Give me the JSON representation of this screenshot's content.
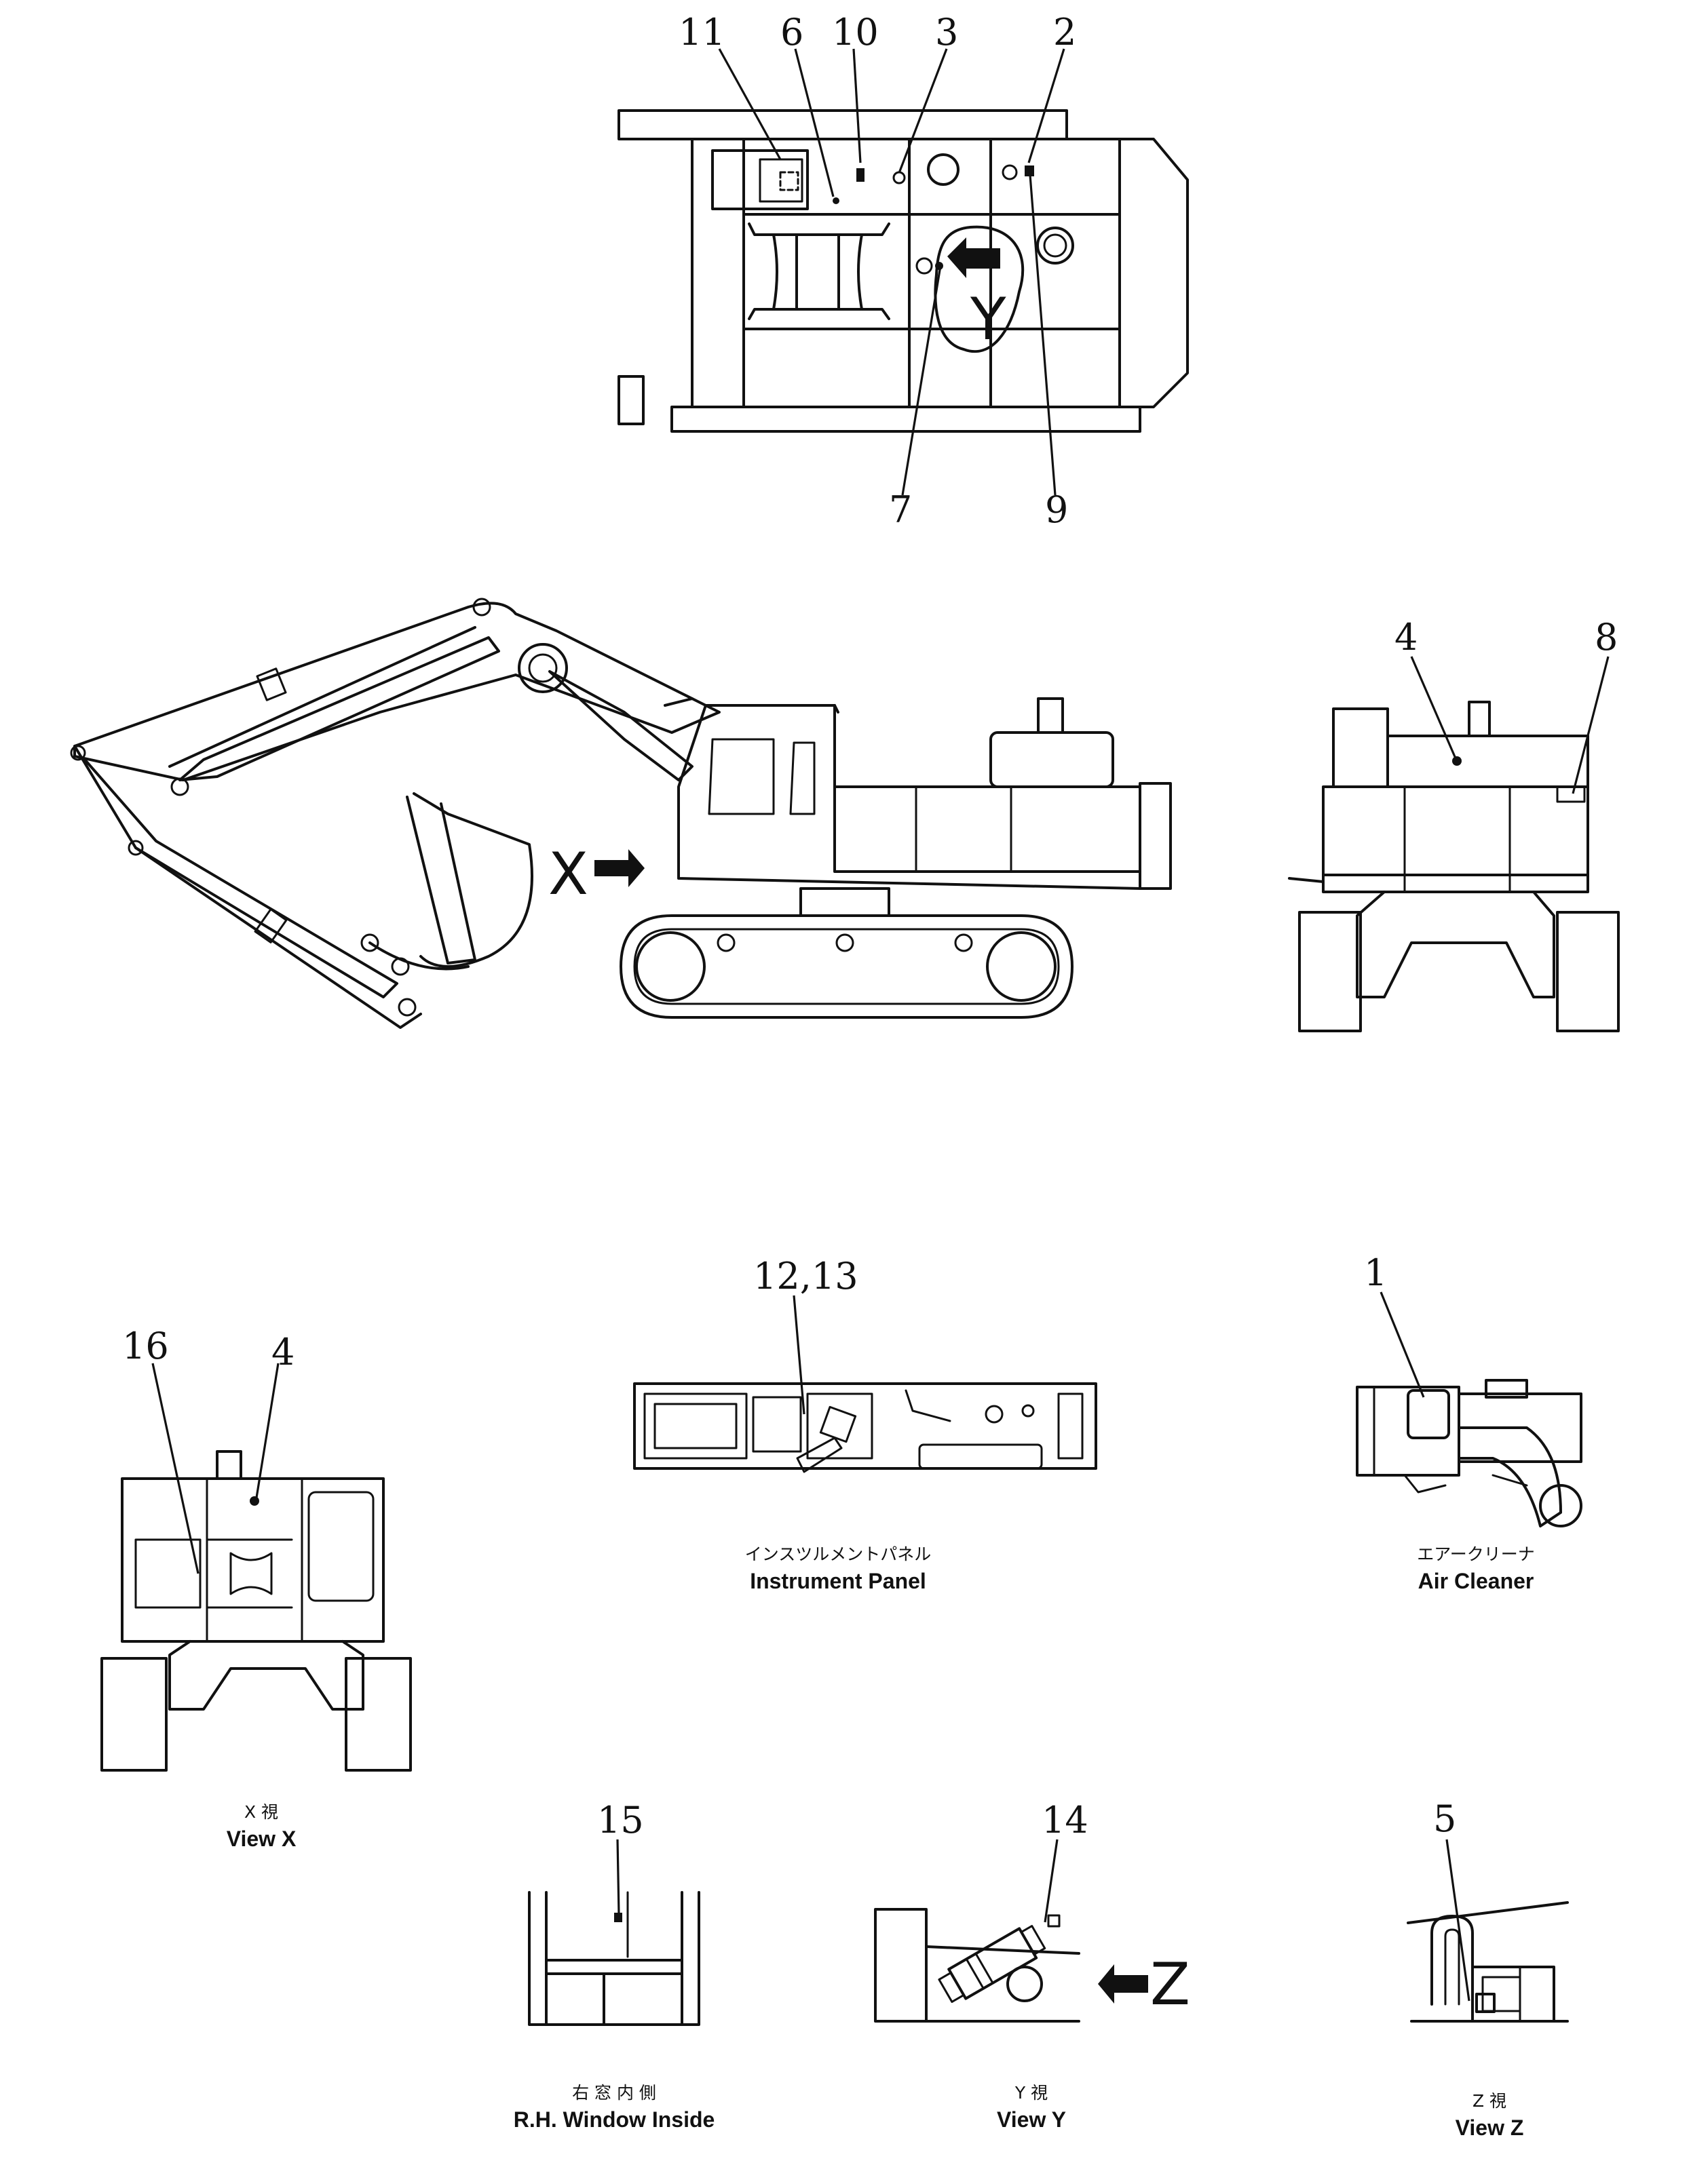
{
  "callouts": {
    "c1": "1",
    "c2": "2",
    "c3": "3",
    "c4": "4",
    "c4b": "4",
    "c5": "5",
    "c6": "6",
    "c7": "7",
    "c8": "8",
    "c9": "9",
    "c10": "10",
    "c11": "11",
    "c12_13": "12,13",
    "c14": "14",
    "c15": "15",
    "c16": "16"
  },
  "view_markers": {
    "x": "X",
    "y": "Y",
    "z": "Z"
  },
  "captions": {
    "instrument_panel_jp": "インスツルメントパネル",
    "instrument_panel": "Instrument Panel",
    "air_cleaner_jp": "エアークリーナ",
    "air_cleaner": "Air Cleaner",
    "view_x_jp": "X 視",
    "view_x": "View X",
    "rh_window_jp": "右 窓 内 側",
    "rh_window": "R.H. Window Inside",
    "view_y_jp": "Y 視",
    "view_y": "View Y",
    "view_z_jp": "Z 視",
    "view_z": "View Z"
  },
  "icons": {
    "arrow": "solid-right-arrow-icon",
    "arrow_left": "solid-left-arrow-icon"
  }
}
